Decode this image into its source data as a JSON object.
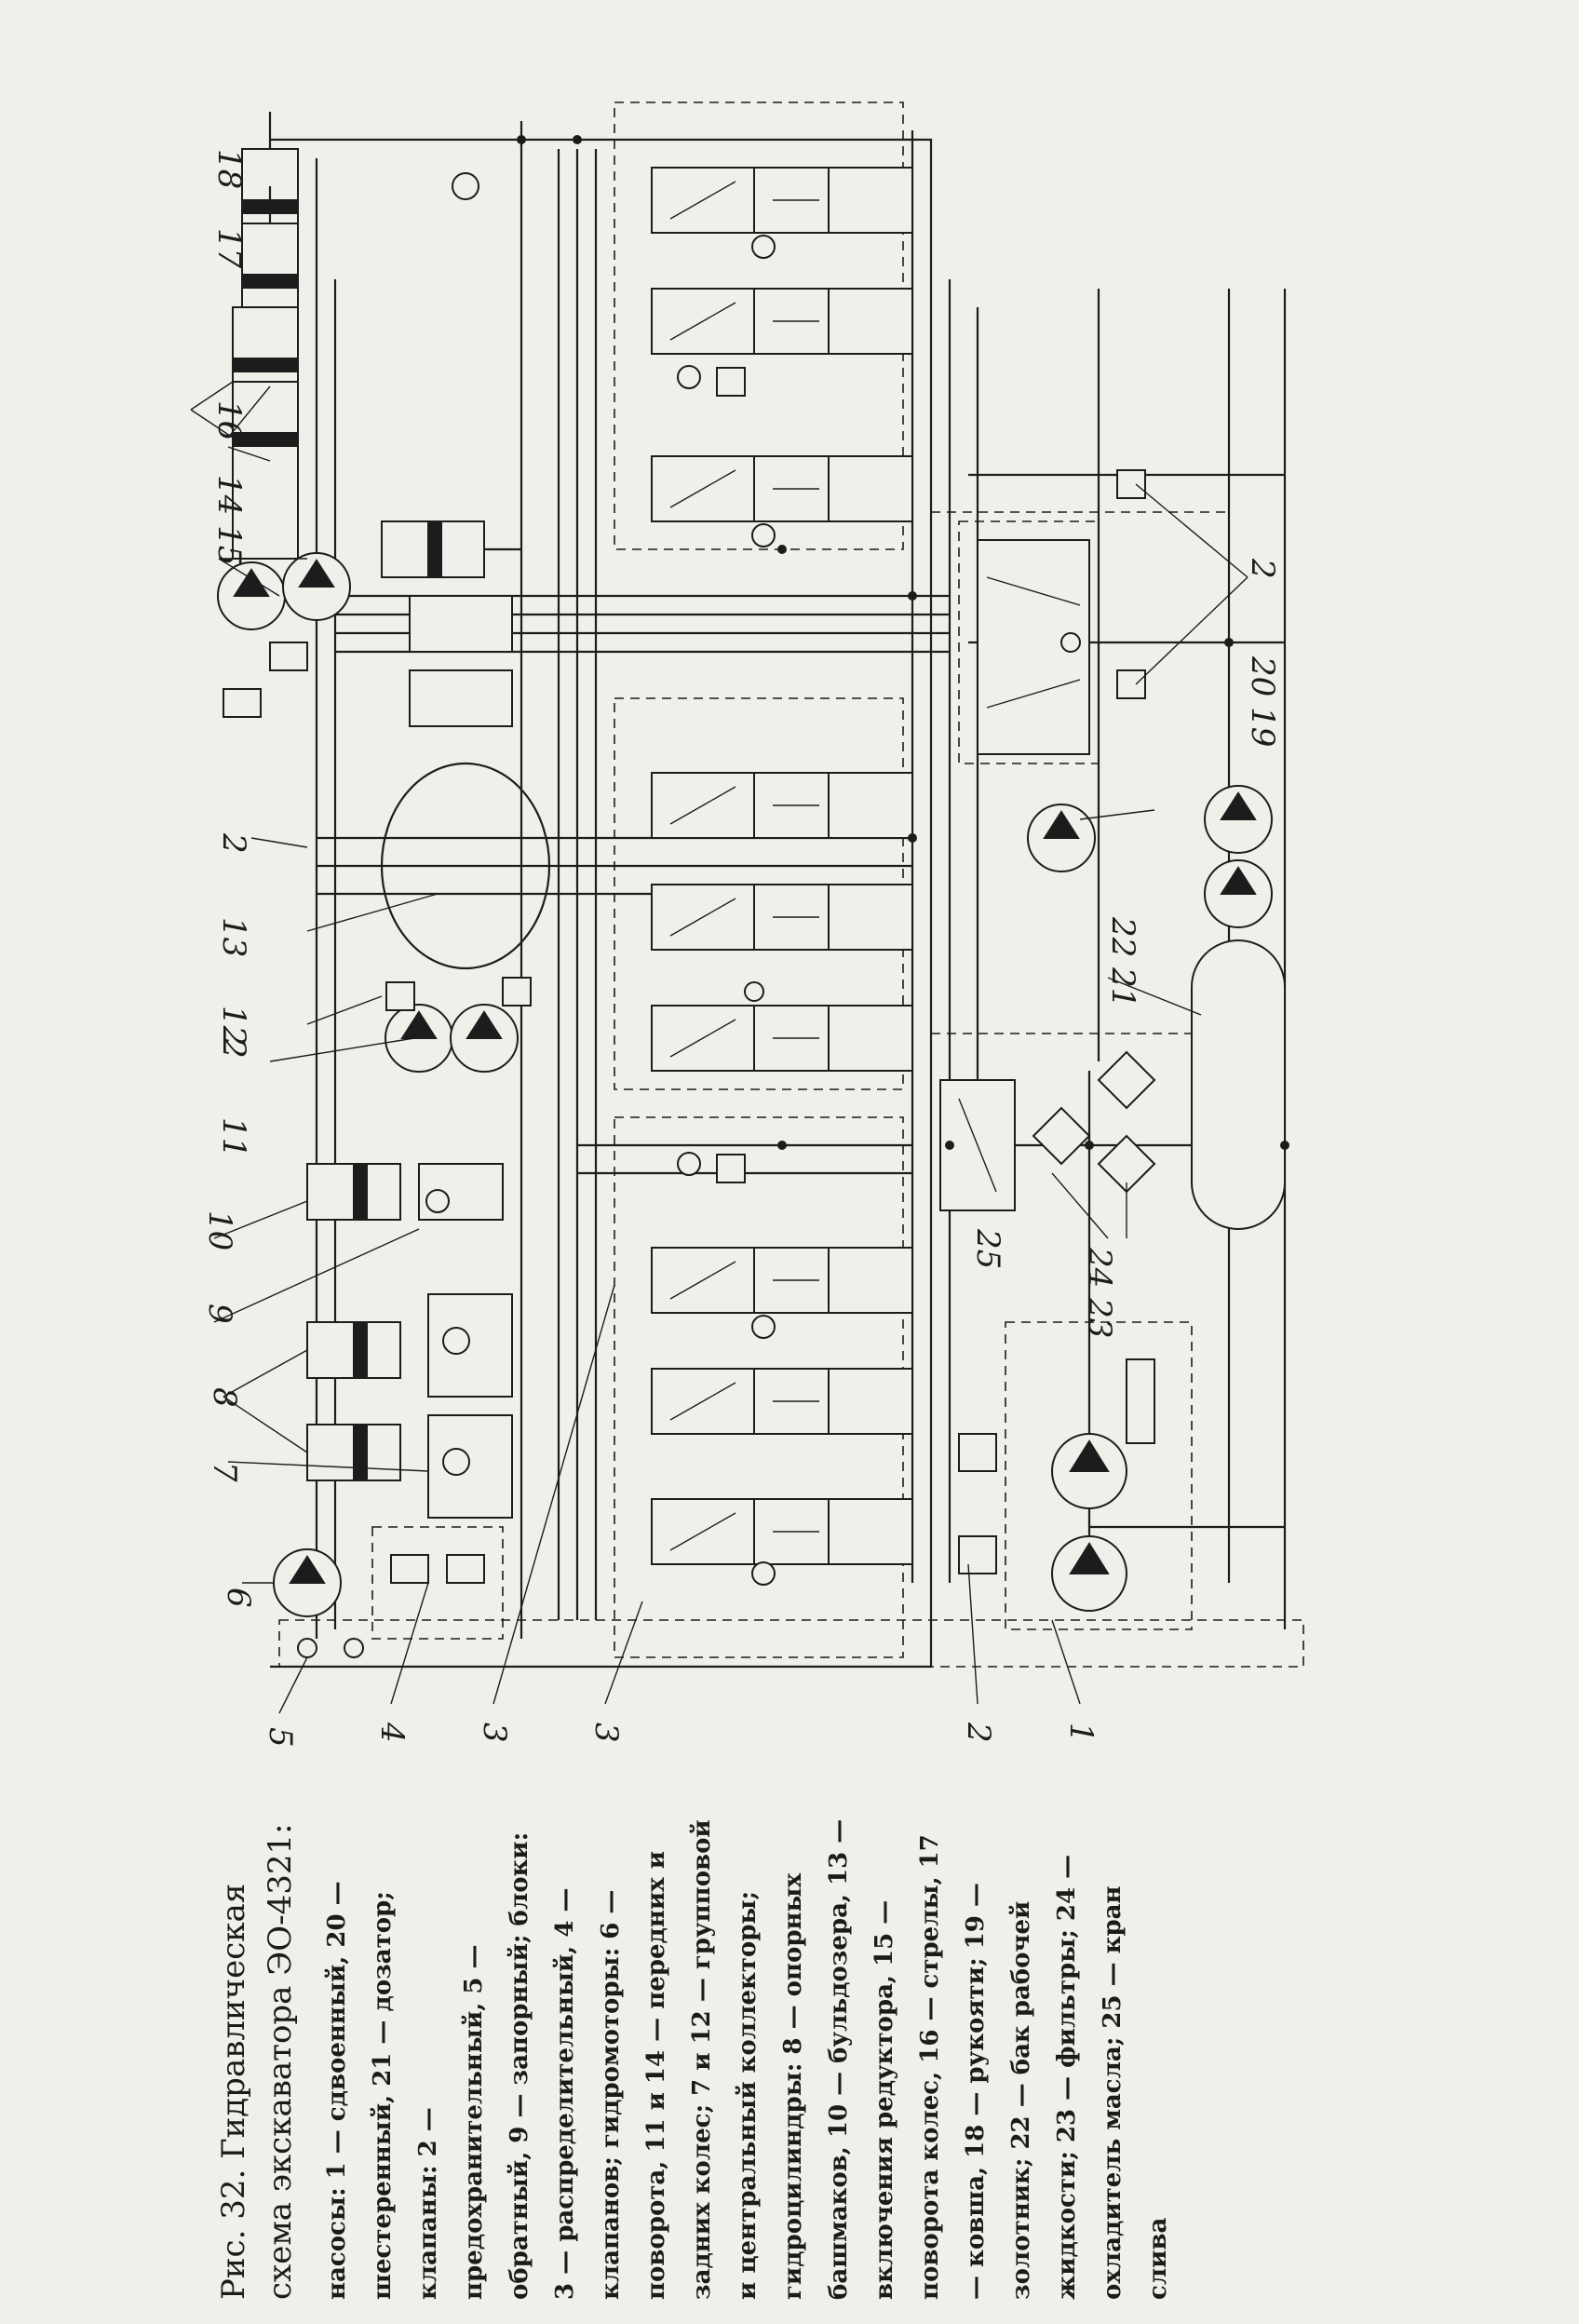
{
  "figure": {
    "caption_title": "Рис. 32. Гидравлическая схема экскаватора ЭО-4321:",
    "caption_body": "насосы: 1 — сдвоенный, 20 — шестеренный, 21 — дозатор; клапаны: 2 — предохранительный, 5 — обратный, 9 — запорный; блоки: 3 — распределительный, 4 — клапанов; гидромоторы: 6 — поворота, 11 и 14 — передних и задних колес; 7 и 12 — групповой и центральный коллекторы; гидроцилиндры: 8 — опорных башмаков, 10 — бульдозера, 13 — включения редуктора, 15 — поворота колес, 16 — стрелы, 17 — ковша, 18 — рукояти; 19 — золотник; 22 — бак рабочей жидкости; 23 — фильтры; 24 — охладитель масла; 25 — кран слива"
  },
  "callouts": [
    {
      "id": "c18",
      "text": "18"
    },
    {
      "id": "c17",
      "text": "17"
    },
    {
      "id": "c16",
      "text": "16"
    },
    {
      "id": "c14_15",
      "text": "14 15"
    },
    {
      "id": "c2_top",
      "text": "2"
    },
    {
      "id": "c13",
      "text": "13"
    },
    {
      "id": "c12",
      "text": "12"
    },
    {
      "id": "c2_mid",
      "text": "2"
    },
    {
      "id": "c11",
      "text": "11"
    },
    {
      "id": "c10",
      "text": "10"
    },
    {
      "id": "c9",
      "text": "9"
    },
    {
      "id": "c8",
      "text": "8"
    },
    {
      "id": "c7",
      "text": "7"
    },
    {
      "id": "c6",
      "text": "6"
    },
    {
      "id": "c5",
      "text": "5"
    },
    {
      "id": "c4",
      "text": "4"
    },
    {
      "id": "c3_a",
      "text": "3"
    },
    {
      "id": "c3_b",
      "text": "3"
    },
    {
      "id": "c2_bot",
      "text": "2"
    },
    {
      "id": "c1",
      "text": "1"
    },
    {
      "id": "c25",
      "text": "25"
    },
    {
      "id": "c24_23",
      "text": "24 23"
    },
    {
      "id": "c22_21",
      "text": "22 21"
    },
    {
      "id": "c20_19",
      "text": "20 19"
    },
    {
      "id": "c2_right",
      "text": "2"
    }
  ]
}
